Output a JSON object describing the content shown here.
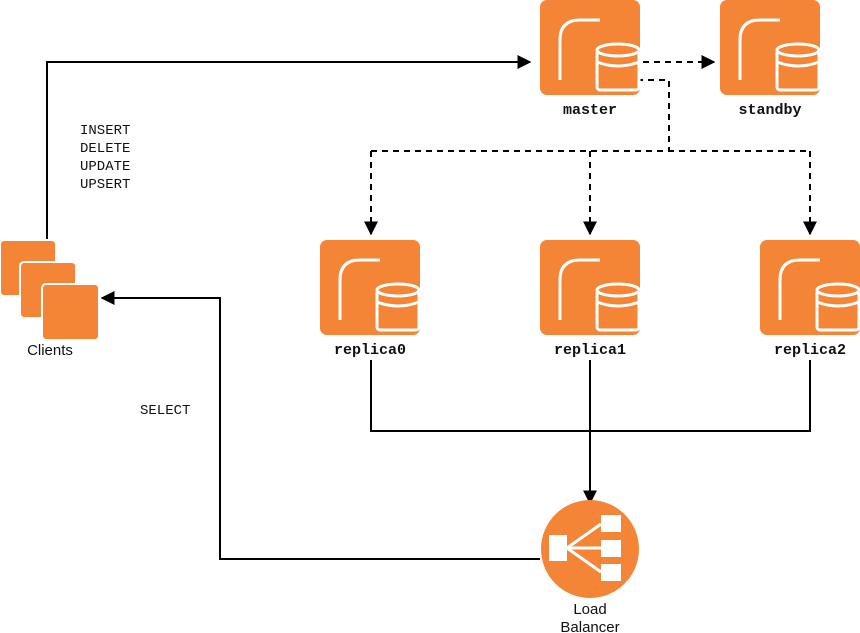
{
  "nodes": {
    "master": "master",
    "standby": "standby",
    "replica0": "replica0",
    "replica1": "replica1",
    "replica2": "replica2",
    "clients": "Clients",
    "load_balancer": [
      "Load",
      "Balancer"
    ]
  },
  "edges": {
    "write_ops": [
      "INSERT",
      "DELETE",
      "UPDATE",
      "UPSERT"
    ],
    "read_op": "SELECT"
  },
  "colors": {
    "node_fill": "#F58536",
    "line": "#000000"
  }
}
